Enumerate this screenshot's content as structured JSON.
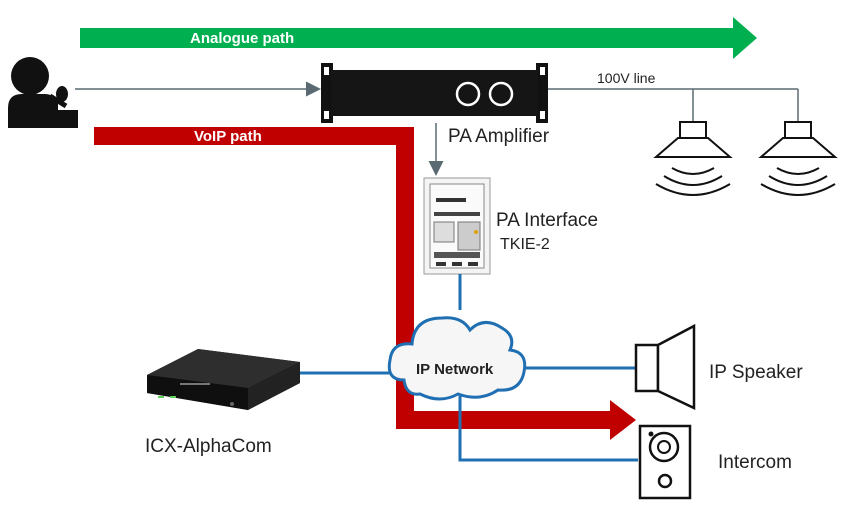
{
  "paths": {
    "analogue_label": "Analogue path",
    "voip_label": "VoIP path"
  },
  "devices": {
    "amplifier_label": "PA Amplifier",
    "line_label": "100V line",
    "interface_label": "PA Interface",
    "interface_model": "TKIE-2",
    "network_label": "IP Network",
    "alphacom_label": "ICX-AlphaCom",
    "ip_speaker_label": "IP Speaker",
    "intercom_label": "Intercom"
  },
  "colors": {
    "analogue_arrow": "#00b050",
    "voip_path": "#c00000",
    "network_link": "#1f6fb2",
    "analog_wire": "#5a6a72",
    "device_black": "#111111"
  },
  "icons": [
    "user-microphone-icon",
    "ceiling-speaker-icon",
    "ip-speaker-icon",
    "intercom-icon",
    "cloud-icon"
  ]
}
